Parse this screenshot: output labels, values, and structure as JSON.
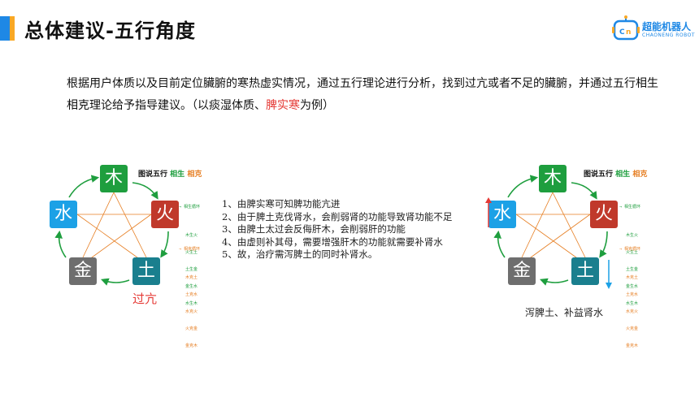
{
  "header": {
    "title": "总体建议-五行角度",
    "logo_cn": "超能机器人",
    "logo_en": "CHAONENG ROBOT"
  },
  "intro": {
    "line1": "根据用户体质以及目前定位臟腑的寒热虚实情况，通过五行理论进行分析，找到过亢或者不足的臟腑，并通过五行相生",
    "line2_pre": "相克理论给予指导建议。（以痰湿体质、",
    "line2_hl": "脾实寒",
    "line2_post": "为例）"
  },
  "elements": {
    "wood": "木",
    "fire": "火",
    "earth": "土",
    "metal": "金",
    "water": "水"
  },
  "legend": {
    "prefix": "图说五行",
    "sheng": "相生",
    "ke": "相克"
  },
  "mini_legend": {
    "sheng_title": "→ 相生循环",
    "sheng_lines": [
      "木生火",
      "火生土",
      "土生金",
      "金生水",
      "水生木"
    ],
    "ke_title": "→ 相克循环",
    "ke_lines": [
      "木克土",
      "土克水",
      "水克火",
      "火克金",
      "金克木"
    ]
  },
  "diagram1": {
    "label": "过亢"
  },
  "points": [
    "1、由脾实寒可知脾功能亢进",
    "2、由于脾土克伐肾水，会削弱肾的功能导致肾功能不足",
    "3、由脾土太过会反侮肝木，会削弱肝的功能",
    "4、由虚则补其母，需要增强肝木的功能就需要补肾水",
    "5、故，治疗需泻脾土的同时补肾水。"
  ],
  "diagram2": {
    "caption": "泻脾土、补益肾水"
  },
  "colors": {
    "accent_blue": "#1e88e5",
    "accent_yellow": "#f9a825",
    "highlight_red": "#e53935",
    "wood": "#1e9e3e",
    "fire": "#c0392b",
    "earth": "#1a7f8e",
    "metal": "#6e6e6e",
    "water": "#1ca1e6",
    "ke_line": "#e67e22"
  }
}
